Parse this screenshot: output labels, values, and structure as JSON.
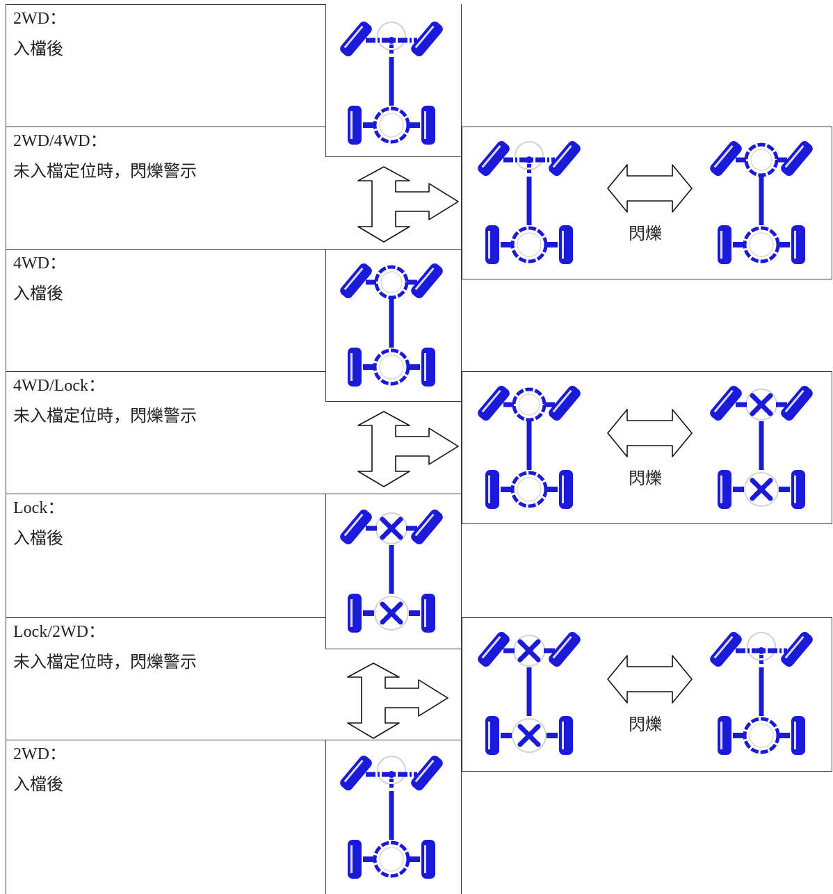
{
  "colors": {
    "icon": "#1a1ad8",
    "ghost": "#d2d2d2",
    "border": "#3a3a3a"
  },
  "states": [
    {
      "title": "2WD：",
      "desc": "入檔後",
      "icon": "2wd"
    },
    {
      "title": "2WD/4WD：",
      "desc": "未入檔定位時，閃爍警示",
      "blink_label": "閃爍",
      "from_icon": "2wd",
      "to_icon": "4wd"
    },
    {
      "title": "4WD：",
      "desc": "入檔後",
      "icon": "4wd"
    },
    {
      "title": "4WD/Lock：",
      "desc": "未入檔定位時，閃爍警示",
      "blink_label": "閃爍",
      "from_icon": "4wd",
      "to_icon": "lock"
    },
    {
      "title": "Lock：",
      "desc": "入檔後",
      "icon": "lock"
    },
    {
      "title": "Lock/2WD：",
      "desc": "未入檔定位時，閃爍警示",
      "blink_label": "閃爍",
      "from_icon": "lock",
      "to_icon": "2wd"
    },
    {
      "title": "2WD：",
      "desc": "入檔後",
      "icon": "2wd"
    }
  ]
}
